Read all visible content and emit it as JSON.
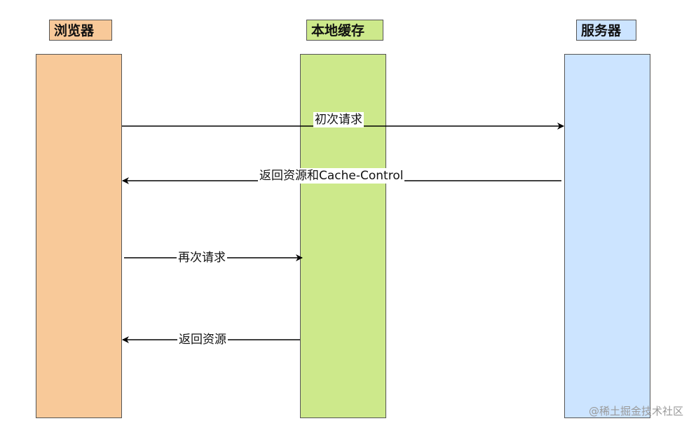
{
  "participants": {
    "browser": {
      "label": "浏览器",
      "color": "#f8c999"
    },
    "cache": {
      "label": "本地缓存",
      "color": "#cde98b"
    },
    "server": {
      "label": "服务器",
      "color": "#cce4ff"
    }
  },
  "messages": [
    {
      "from": "browser",
      "to": "server",
      "label": "初次请求"
    },
    {
      "from": "server",
      "to": "browser",
      "label": "返回资源和Cache-Control"
    },
    {
      "from": "browser",
      "to": "cache",
      "label": "再次请求"
    },
    {
      "from": "cache",
      "to": "browser",
      "label": "返回资源"
    }
  ],
  "watermark": "@稀土掘金技术社区"
}
